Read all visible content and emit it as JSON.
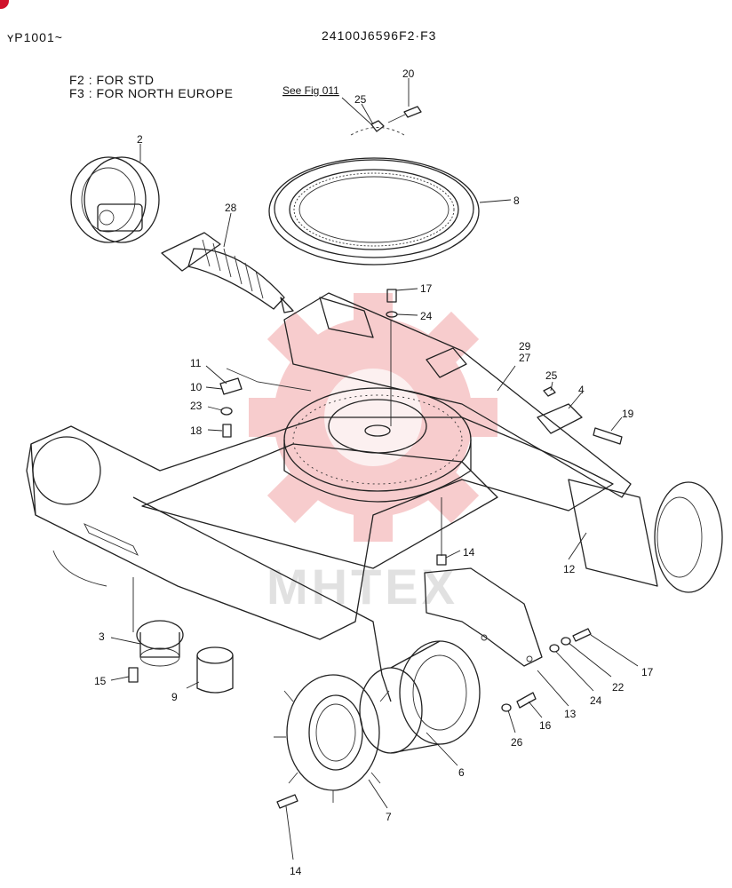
{
  "header": {
    "serial": "ʏP1001~",
    "part_code": "24100J6596F2·F3"
  },
  "notes": {
    "line1": "F2 : FOR STD",
    "line2": "F3 : FOR NORTH EUROPE"
  },
  "reference": "See Fig 011",
  "watermark": "MHTEX",
  "callouts": [
    {
      "id": "c20",
      "text": "20"
    },
    {
      "id": "c25a",
      "text": "25"
    },
    {
      "id": "c2",
      "text": "2"
    },
    {
      "id": "c8",
      "text": "8"
    },
    {
      "id": "c28",
      "text": "28"
    },
    {
      "id": "c17a",
      "text": "17"
    },
    {
      "id": "c24a",
      "text": "24"
    },
    {
      "id": "c29",
      "text": "29"
    },
    {
      "id": "c27",
      "text": "27"
    },
    {
      "id": "c11",
      "text": "11"
    },
    {
      "id": "c10",
      "text": "10"
    },
    {
      "id": "c25b",
      "text": "25"
    },
    {
      "id": "c4",
      "text": "4"
    },
    {
      "id": "c23",
      "text": "23"
    },
    {
      "id": "c19",
      "text": "19"
    },
    {
      "id": "c18",
      "text": "18"
    },
    {
      "id": "c14a",
      "text": "14"
    },
    {
      "id": "c12",
      "text": "12"
    },
    {
      "id": "c3",
      "text": "3"
    },
    {
      "id": "c15",
      "text": "15"
    },
    {
      "id": "c9",
      "text": "9"
    },
    {
      "id": "c17b",
      "text": "17"
    },
    {
      "id": "c22",
      "text": "22"
    },
    {
      "id": "c24b",
      "text": "24"
    },
    {
      "id": "c13",
      "text": "13"
    },
    {
      "id": "c16",
      "text": "16"
    },
    {
      "id": "c26",
      "text": "26"
    },
    {
      "id": "c6",
      "text": "6"
    },
    {
      "id": "c7",
      "text": "7"
    },
    {
      "id": "c14b",
      "text": "14"
    }
  ],
  "colors": {
    "line": "#222222",
    "watermark": "#e8323c",
    "corner_badge": "#d0112b"
  }
}
